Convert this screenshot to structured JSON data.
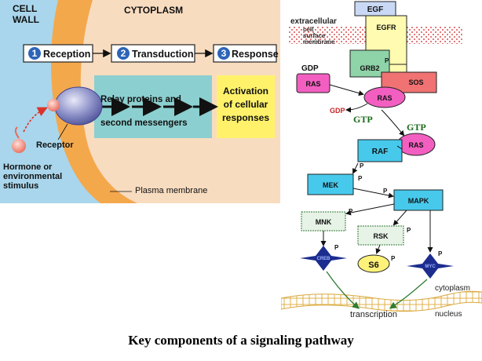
{
  "left_panel": {
    "cell_wall": "CELL\nWALL",
    "cytoplasm": "CYTOPLASM",
    "steps": [
      {
        "num": "1",
        "label": "Reception"
      },
      {
        "num": "2",
        "label": "Transduction"
      },
      {
        "num": "3",
        "label": "Response"
      }
    ],
    "relay_box": "Relay proteins and\nsecond messengers",
    "activation_box": "Activation\nof cellular\nresponses",
    "receptor": "Receptor",
    "hormone": "Hormone or\nenvironmental\nstimulus",
    "membrane": "Plasma membrane"
  },
  "right_panel": {
    "egf": "EGF",
    "extracellular": "extracellular",
    "egfr": "EGFR",
    "cell_surface_membrane": "cell\nsurface\nmembrane",
    "p": "P",
    "grb2": "GRB2",
    "sos": "SOS",
    "gdp1": "GDP",
    "ras1": "RAS",
    "ras2": "RAS",
    "gdp2": "GDP",
    "gtp1": "GTP",
    "gtp2": "GTP",
    "ras3": "RAS",
    "raf": "RAF",
    "mek": "MEK",
    "mapk": "MAPK",
    "mnk": "MNK",
    "rsk": "RSK",
    "s6": "S6",
    "creb": "CREB",
    "myc": "MYC",
    "cytoplasm": "cytoplasm",
    "nucleus": "nucleus",
    "transcription": "transcription"
  },
  "caption": "Key components of a signaling pathway",
  "colors": {
    "cell_wall": "#a9d6ec",
    "membrane": "#f4a84c",
    "cytoplasm": "#f8dcc0",
    "relay": "#8ccfd0",
    "activation": "#fff26a",
    "ras": "#f25fc1",
    "raf": "#47c9ec",
    "sos": "#f07272",
    "grb2": "#8fd3a8",
    "egfr": "#fffbb0",
    "diamond": "#1c2d8f"
  }
}
